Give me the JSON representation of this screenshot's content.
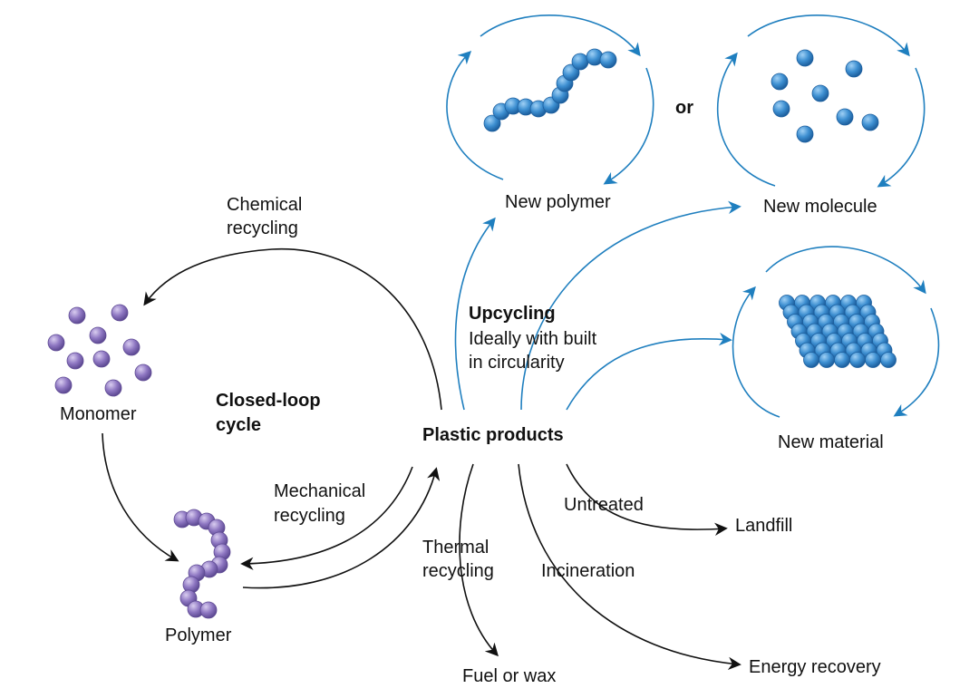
{
  "center": {
    "label": "Plastic products"
  },
  "closed_loop": {
    "title_line1": "Closed-loop",
    "title_line2": "cycle",
    "chemical_line1": "Chemical",
    "chemical_line2": "recycling",
    "mechanical_line1": "Mechanical",
    "mechanical_line2": "recycling",
    "monomer": "Monomer",
    "polymer": "Polymer"
  },
  "upcycling": {
    "title": "Upcycling",
    "desc_line1": "Ideally with built",
    "desc_line2": "in circularity",
    "or": "or",
    "new_polymer": "New polymer",
    "new_molecule": "New molecule",
    "new_material": "New material"
  },
  "disposal": {
    "untreated": "Untreated",
    "landfill": "Landfill",
    "thermal_line1": "Thermal",
    "thermal_line2": "recycling",
    "fuel": "Fuel or wax",
    "incineration": "Incineration",
    "energy": "Energy recovery"
  },
  "colors": {
    "arrow_black": "#111111",
    "arrow_blue": "#1f7fbf",
    "bead_blue": "#3d8fd1",
    "bead_purple": "#8e77c2"
  }
}
